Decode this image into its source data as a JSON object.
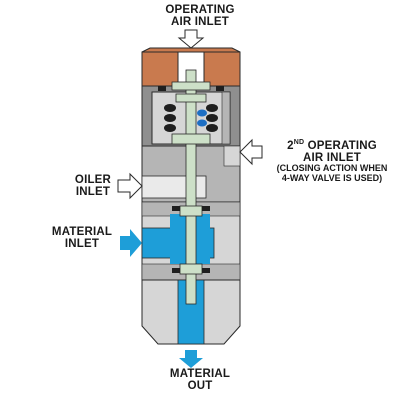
{
  "labels": {
    "operating_air_inlet": [
      "OPERATING",
      "AIR INLET"
    ],
    "second_operating_air_inlet": {
      "ordinal": "2",
      "ordinal_suffix": "ND",
      "line1_rest": "OPERATING",
      "line2": "AIR INLET",
      "note_line1": "(CLOSING  ACTION  WHEN",
      "note_line2": "4-WAY VALVE IS USED)"
    },
    "oiler_inlet": [
      "OILER",
      "INLET"
    ],
    "material_inlet": [
      "MATERIAL",
      "INLET"
    ],
    "material_out": [
      "MATERIAL",
      "OUT"
    ]
  },
  "colors": {
    "cap": "#c97a4e",
    "body_dark": "#8f8f8f",
    "body_mid": "#b5b5b5",
    "body_light": "#d6d6d6",
    "material": "#1e9ed8",
    "oiler_channel": "#eaeaea",
    "stem": "#cde0c8",
    "spring": "#1f1f1f",
    "seal_accent": "#1d6fc4",
    "arrow_blue": "#1e9ed8",
    "arrow_white": "#ffffff",
    "outline": "#2a2a2a"
  },
  "icons": [
    "down-arrow-icon",
    "left-arrow-icon",
    "right-arrow-icon",
    "right-arrow-blue-icon",
    "down-arrow-blue-icon"
  ]
}
